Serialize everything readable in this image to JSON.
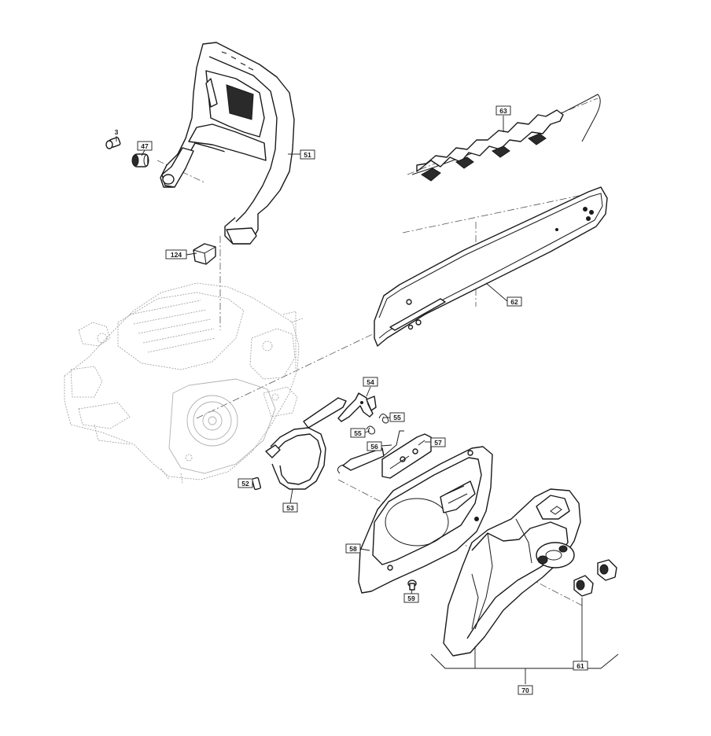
{
  "diagram": {
    "callouts": [
      {
        "id": "c3",
        "label": "3"
      },
      {
        "id": "c47",
        "label": "47"
      },
      {
        "id": "c51",
        "label": "51"
      },
      {
        "id": "c63",
        "label": "63"
      },
      {
        "id": "c124",
        "label": "124"
      },
      {
        "id": "c62",
        "label": "62"
      },
      {
        "id": "c54",
        "label": "54"
      },
      {
        "id": "c55a",
        "label": "55"
      },
      {
        "id": "c55b",
        "label": "55"
      },
      {
        "id": "c56",
        "label": "56"
      },
      {
        "id": "c57",
        "label": "57"
      },
      {
        "id": "c52",
        "label": "52"
      },
      {
        "id": "c53",
        "label": "53"
      },
      {
        "id": "c58",
        "label": "58"
      },
      {
        "id": "c59",
        "label": "59"
      },
      {
        "id": "c61",
        "label": "61"
      },
      {
        "id": "c70",
        "label": "70"
      }
    ],
    "parts": [
      {
        "ref": "3",
        "name": "screw-part"
      },
      {
        "ref": "47",
        "name": "bushing-part"
      },
      {
        "ref": "51",
        "name": "front-handle-guard"
      },
      {
        "ref": "63",
        "name": "saw-chain"
      },
      {
        "ref": "124",
        "name": "damper-block"
      },
      {
        "ref": "62",
        "name": "guide-bar"
      },
      {
        "ref": "54",
        "name": "brake-lever"
      },
      {
        "ref": "55",
        "name": "spring-clip"
      },
      {
        "ref": "56",
        "name": "tension-spring"
      },
      {
        "ref": "57",
        "name": "brake-plate"
      },
      {
        "ref": "52",
        "name": "pin"
      },
      {
        "ref": "53",
        "name": "brake-band"
      },
      {
        "ref": "58",
        "name": "sprocket-cover-plate"
      },
      {
        "ref": "59",
        "name": "cover-screw"
      },
      {
        "ref": "61",
        "name": "bar-nut"
      },
      {
        "ref": "70",
        "name": "sprocket-cover-assembly"
      }
    ]
  }
}
